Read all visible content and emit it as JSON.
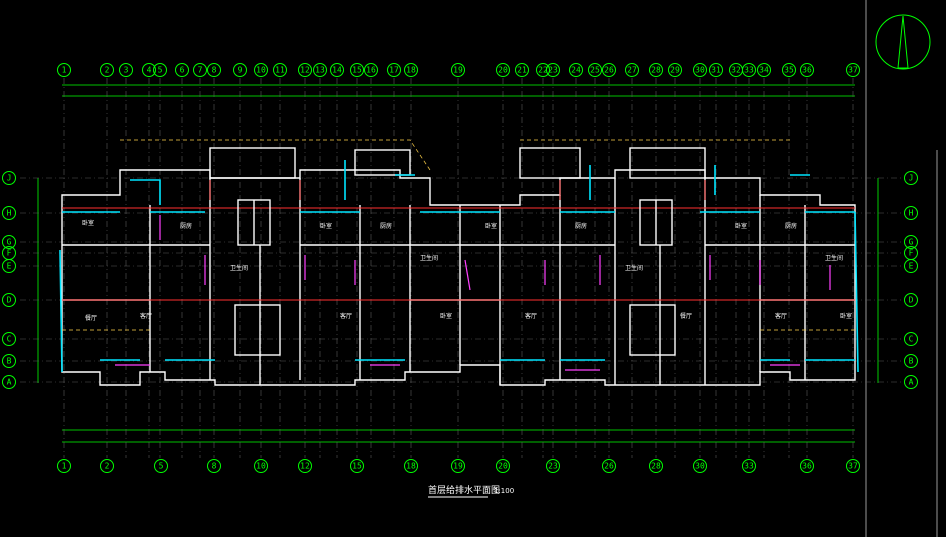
{
  "drawing": {
    "title": "首层给排水平面图",
    "scale": "1:100",
    "background": "#000000",
    "colors": {
      "grid": "#00ff00",
      "wall": "#ffffff",
      "cyan": "#00e5ff",
      "magenta": "#ff40ff",
      "red": "#ff3030",
      "yellow": "#ffd24a"
    }
  },
  "axes": {
    "top_labels": [
      "1",
      "2",
      "3",
      "4",
      "5",
      "6",
      "7",
      "8",
      "9",
      "10",
      "11",
      "12",
      "13",
      "14",
      "15",
      "16",
      "17",
      "18",
      "19",
      "20",
      "21",
      "22",
      "23",
      "24",
      "25",
      "26",
      "27",
      "28",
      "29",
      "30",
      "31",
      "32",
      "33",
      "34",
      "35",
      "36",
      "37"
    ],
    "bottom_labels": [
      "1",
      "2",
      "5",
      "8",
      "10",
      "12",
      "15",
      "18",
      "19",
      "20",
      "23",
      "26",
      "28",
      "30",
      "33",
      "36",
      "37"
    ],
    "left_labels": [
      "J",
      "H",
      "G",
      "F",
      "E",
      "D",
      "C",
      "B",
      "A"
    ],
    "right_labels": [
      "J",
      "H",
      "G",
      "F",
      "E",
      "D",
      "C",
      "B",
      "A"
    ]
  },
  "rooms": [
    "卧室",
    "客厅",
    "厨房",
    "卫生间",
    "餐厅",
    "卧室",
    "客厅",
    "厨房",
    "卫生间",
    "卧室",
    "卧室",
    "客厅",
    "厨房",
    "卫生间",
    "餐厅",
    "卧室",
    "客厅",
    "厨房",
    "卫生间",
    "卧室"
  ],
  "north_arrow": "north-arrow"
}
